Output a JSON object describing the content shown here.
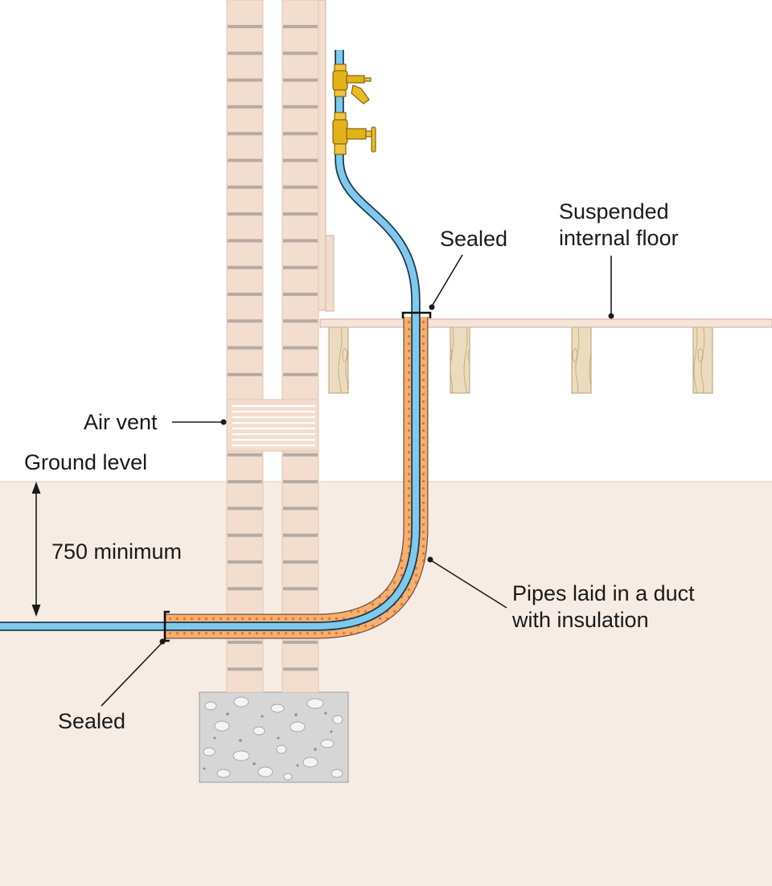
{
  "labels": {
    "suspended_floor": [
      "Suspended",
      "internal floor"
    ],
    "sealed_top": "Sealed",
    "air_vent": "Air vent",
    "ground_level": "Ground level",
    "depth": "750 minimum",
    "duct": [
      "Pipes laid in a duct",
      "with insulation"
    ],
    "sealed_bottom": "Sealed"
  },
  "colors": {
    "ground": "#f6ece4",
    "brick": "#f2ddce",
    "mortar": "#b6aaa4",
    "pipe": "#7fc9ec",
    "insulation": "#f6b06e",
    "concrete": "#d6d6d6",
    "timber": "#ecdcbf",
    "brass": "#e2b318"
  },
  "icons": {
    "valves": [
      "stop-valve-icon",
      "drain-valve-icon"
    ]
  }
}
